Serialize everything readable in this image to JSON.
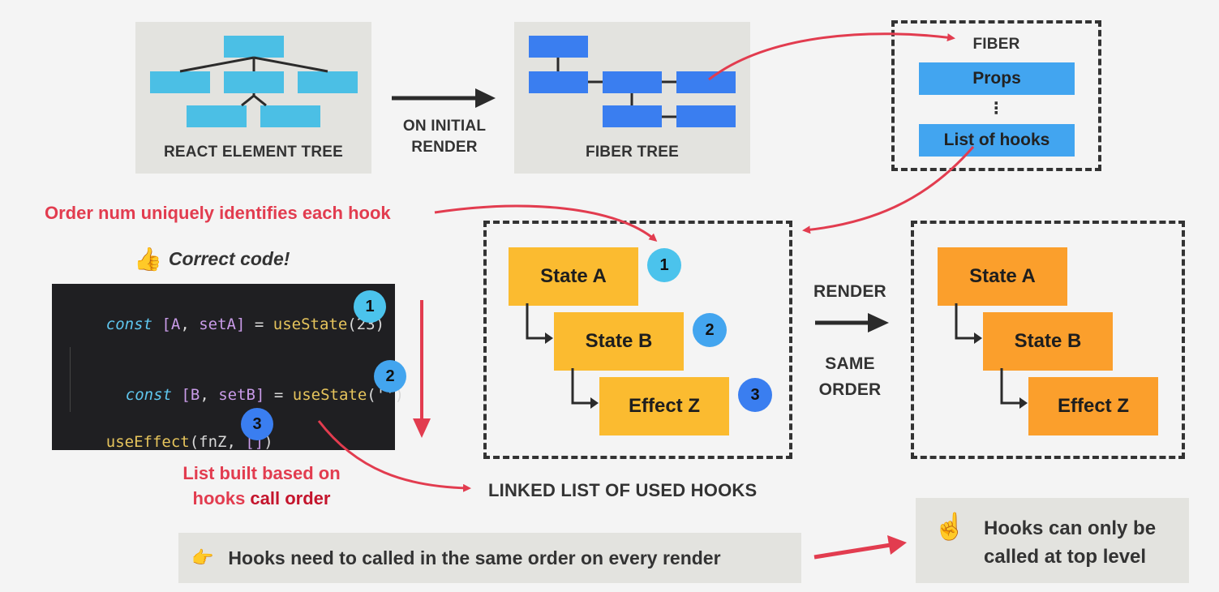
{
  "element_tree": {
    "label": "REACT ELEMENT TREE"
  },
  "initial_render": {
    "line1": "ON INITIAL",
    "line2": "RENDER"
  },
  "fiber_tree": {
    "label": "FIBER TREE"
  },
  "fiber": {
    "title": "FIBER",
    "props": "Props",
    "ellipsis": "⋮",
    "hooks": "List of hooks"
  },
  "order_note": "Order num uniquely identifies each hook",
  "correct_code": {
    "emoji": "👍",
    "label": "Correct code!"
  },
  "code_lines": [
    {
      "kw": "const",
      "open": " [",
      "v1": "A",
      "sep": ", ",
      "v2": "setA",
      "close": "]",
      "eq": " = ",
      "fn": "useState",
      "arg": "(23)",
      "num": "1"
    },
    {
      "kw": "const",
      "open": " [",
      "v1": "B",
      "sep": ", ",
      "v2": "setB",
      "close": "]",
      "eq": " = ",
      "fn": "useState",
      "arg": "('')",
      "num": "2"
    },
    {
      "fn": "useEffect",
      "arg": "(fnZ, ",
      "arr": "[]",
      "end": ")",
      "num": "3"
    }
  ],
  "list_note": {
    "line1": "List built based on",
    "line2a": "hooks ",
    "line2b": "call order"
  },
  "linked_list_label": "LINKED LIST OF USED HOOKS",
  "hooks_left": [
    "State A",
    "State B",
    "Effect Z"
  ],
  "hooks_right": [
    "State A",
    "State B",
    "Effect Z"
  ],
  "badges": [
    "1",
    "2",
    "3"
  ],
  "render_same": {
    "line1": "RENDER",
    "line2": "SAME",
    "line3": "ORDER"
  },
  "rule1": {
    "emoji": "👉",
    "text": "Hooks need to called in the same order on every render"
  },
  "rule2": {
    "emoji": "☝️",
    "line1": "Hooks can only be",
    "line2": "called at top level"
  },
  "colors": {
    "red": "#e23c4f",
    "light_blue": "#4bbfe5",
    "blue": "#3a7ef0",
    "yellow": "#fbbb30",
    "orange": "#fb9f2c"
  }
}
